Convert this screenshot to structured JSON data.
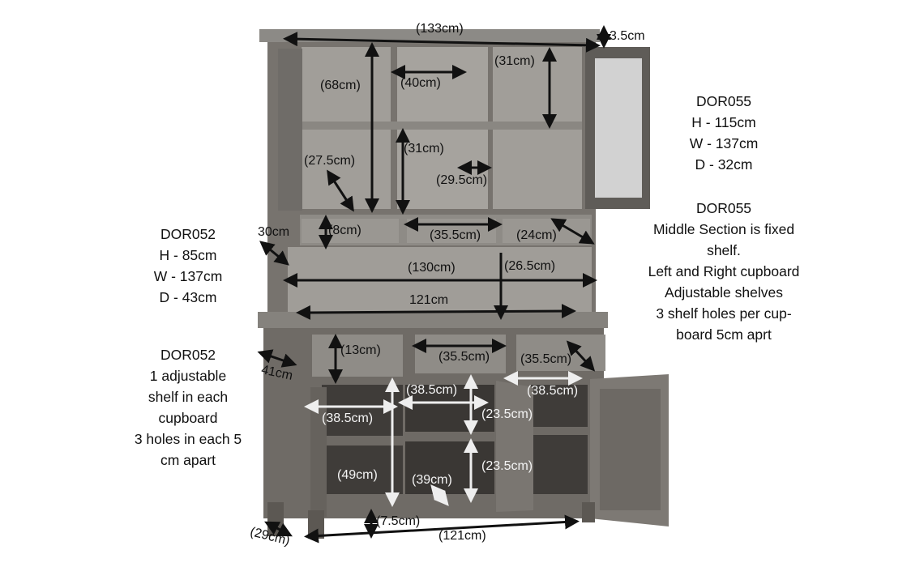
{
  "right_info": {
    "dor055_dims": [
      "DOR055",
      "H - 115cm",
      "W - 137cm",
      "D - 32cm"
    ],
    "dor055_notes": [
      "DOR055",
      "Middle Section is fixed",
      "shelf.",
      "Left and Right cupboard",
      "Adjustable shelves",
      "3 shelf holes per cup-",
      "board 5cm aprt"
    ]
  },
  "left_info": {
    "dor052_dims": [
      "DOR052",
      "H - 85cm",
      "W - 137cm",
      "D - 43cm"
    ],
    "dor052_notes": [
      "DOR052",
      "1 adjustable",
      "shelf in each",
      "cupboard",
      "3 holes in each 5",
      "cm apart"
    ]
  },
  "upper_dimensions": {
    "top_width": "(133cm)",
    "top_thickness": "3.5cm",
    "left_height": "(68cm)",
    "middle_width": "(40cm)",
    "right_upper_height": "(31cm)",
    "left_depth": "(27.5cm)",
    "middle_lower_height": "(31cm)",
    "middle_depth": "(29.5cm)",
    "side_depth": "30cm",
    "small_drawer_height": "(8cm)",
    "small_drawer_width": "(35.5cm)",
    "small_drawer_depth": "(24cm)",
    "open_width": "(130cm)",
    "open_height": "(26.5cm)",
    "back_width": "121cm"
  },
  "lower_dimensions": {
    "drawer_height": "(13cm)",
    "drawer_width": "(35.5cm)",
    "drawer_depth": "(35.5cm)",
    "side_depth": "41cm",
    "middle_width": "(38.5cm)",
    "right_width": "(38.5cm)",
    "left_width": "(38.5cm)",
    "middle_upper_height": "(23.5cm)",
    "middle_lower_height": "(23.5cm)",
    "left_height": "(49cm)",
    "shelf_depth": "(39cm)",
    "plinth_height": "(7.5cm)",
    "base_width": "(121cm)",
    "leg_depth": "(29cm)"
  }
}
